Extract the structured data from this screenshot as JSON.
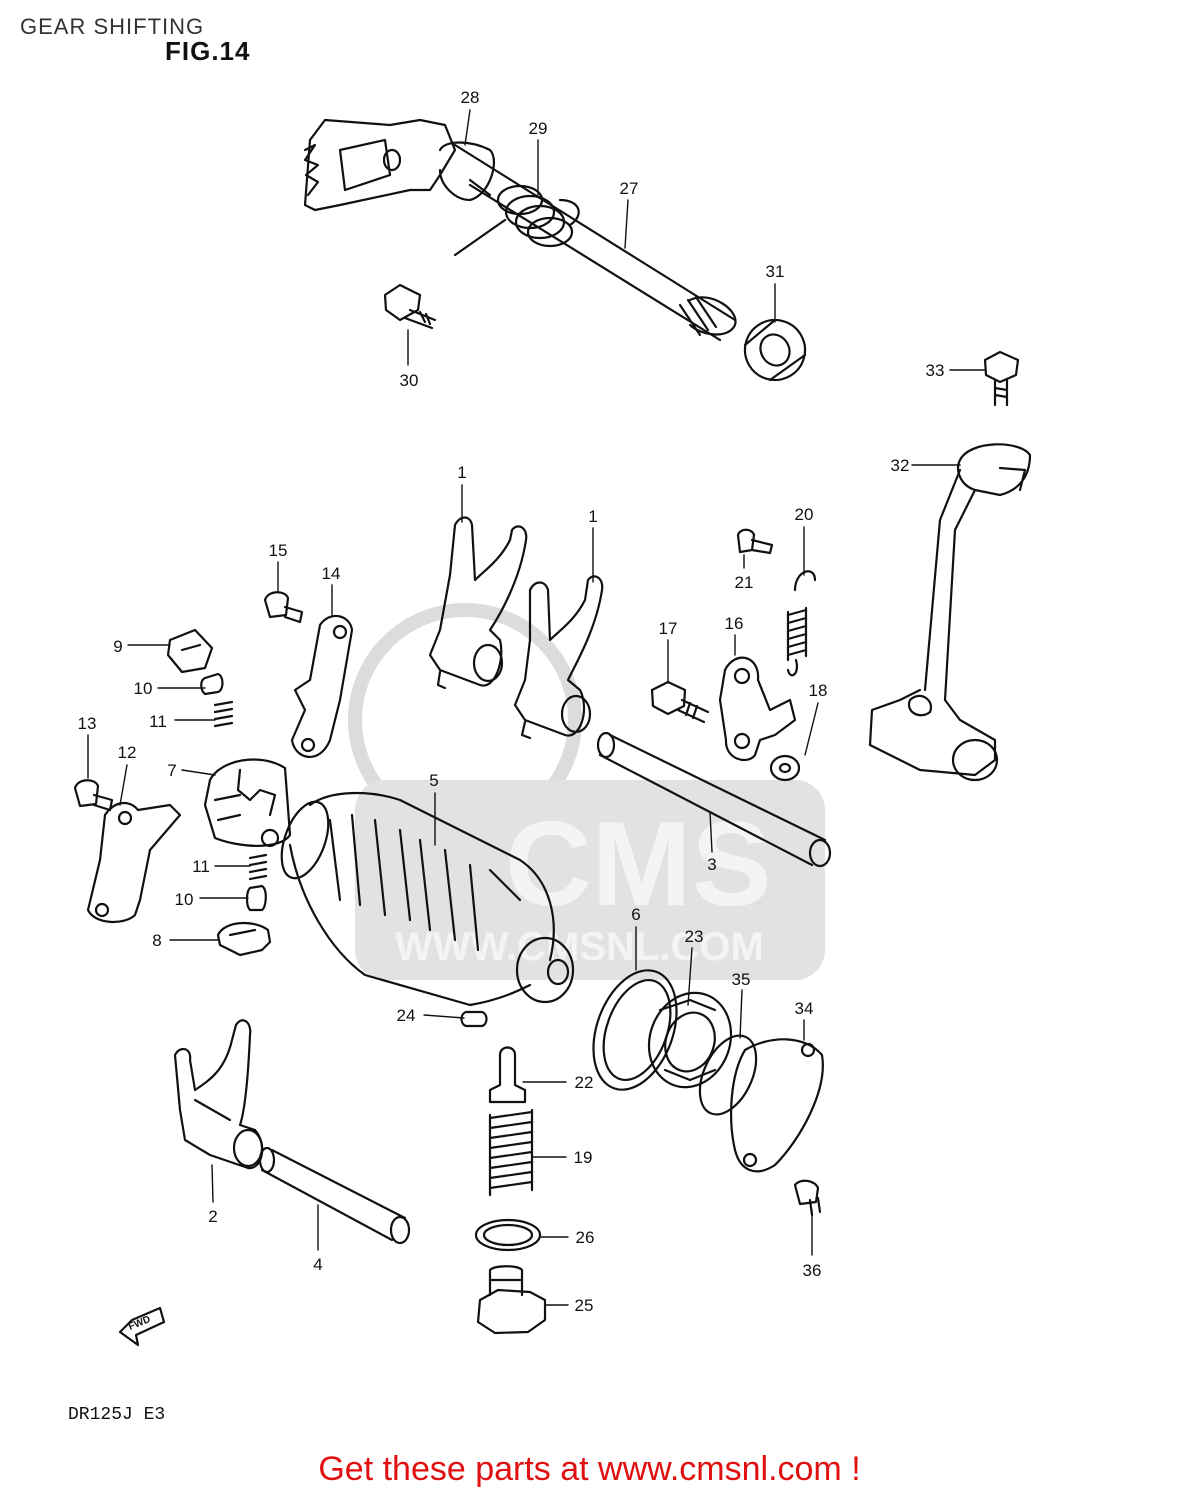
{
  "header": {
    "title": "GEAR SHIFTING",
    "figure": "FIG.14",
    "model_code": "DR125J  E3",
    "fwd_label": "FWD"
  },
  "watermark": {
    "brand": "CMS",
    "site": "WWW.CMSNL.COM"
  },
  "footer": {
    "cta": "Get these parts at www.cmsnl.com !"
  },
  "callouts": {
    "c1a": "1",
    "c1b": "1",
    "c2": "2",
    "c3": "3",
    "c4": "4",
    "c5": "5",
    "c6": "6",
    "c7": "7",
    "c8": "8",
    "c9": "9",
    "c10a": "10",
    "c10b": "10",
    "c11a": "11",
    "c11b": "11",
    "c12": "12",
    "c13": "13",
    "c14": "14",
    "c15": "15",
    "c16": "16",
    "c17": "17",
    "c18": "18",
    "c19": "19",
    "c20": "20",
    "c21": "21",
    "c22": "22",
    "c23": "23",
    "c24": "24",
    "c25": "25",
    "c26": "26",
    "c27": "27",
    "c28": "28",
    "c29": "29",
    "c30": "30",
    "c31": "31",
    "c32": "32",
    "c33": "33",
    "c34": "34",
    "c35": "35",
    "c36": "36"
  },
  "colors": {
    "line": "#111111",
    "watermark": "#d8d8d8",
    "footer": "#e01010"
  }
}
